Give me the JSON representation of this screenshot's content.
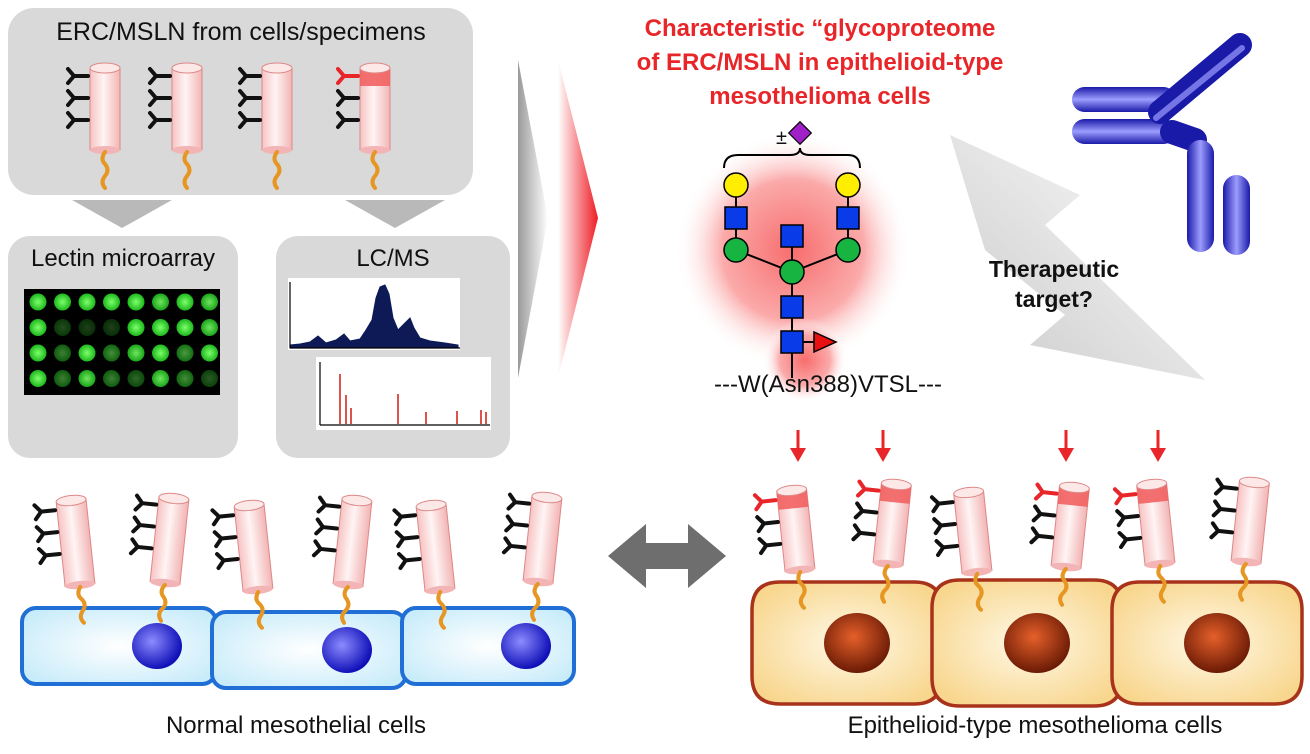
{
  "panel_top": {
    "title": "ERC/MSLN from cells/specimens"
  },
  "panel_lectin": {
    "title": "Lectin microarray"
  },
  "panel_lcms": {
    "title": "LC/MS"
  },
  "glycoproteome": {
    "title_lines": [
      "Characteristic “glycoproteome",
      "of ERC/MSLN in epithelioid-type",
      "mesothelioma cells"
    ],
    "plusminus": "±",
    "peptide": "---W(Asn388)VTSL---"
  },
  "therapeutic": {
    "lines": [
      "Therapeutic",
      "target?"
    ]
  },
  "captions": {
    "normal": "Normal mesothelial cells",
    "tumor": "Epithelioid-type mesothelioma cells"
  },
  "colors": {
    "panel": "#d9d9d9",
    "highlight_red": "#e8262a",
    "glycan_black": "#111111",
    "normal_cell": "#d8f0fb",
    "normal_border": "#1f6fd6",
    "normal_nucleus": "#2a2ad0",
    "tumor_cell": "#fbe3ad",
    "tumor_border": "#a8321a",
    "tumor_nucleus": "#9a3410",
    "antibody": "#1f1fae",
    "gray_arrow": "#6e6e6e",
    "linker": "#e69622"
  },
  "lectin_array": [
    [
      1.0,
      1.0,
      1.0,
      1.0,
      1.0,
      0.9,
      1.0,
      0.9
    ],
    [
      1.0,
      0.3,
      0.25,
      0.25,
      1.0,
      1.0,
      1.0,
      0.9
    ],
    [
      1.0,
      0.5,
      1.0,
      0.55,
      0.9,
      1.0,
      0.6,
      1.0
    ],
    [
      1.0,
      0.5,
      0.9,
      0.5,
      0.4,
      0.9,
      0.55,
      0.35
    ]
  ]
}
